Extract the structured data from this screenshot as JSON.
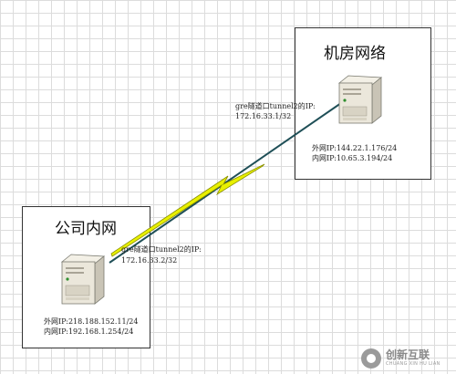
{
  "machine_room": {
    "title": "机房网络",
    "tunnel_label": "gre隧道口tunnel2的IP:",
    "tunnel_ip": "172.16.33.1/32",
    "external_ip": "外网IP:144.22.1.176/24",
    "internal_ip": "内网IP:10.65.3.194/24"
  },
  "office": {
    "title": "公司内网",
    "tunnel_label": "gre隧道口tunnel2的IP:",
    "tunnel_ip": "172.16.33.2/32",
    "external_ip": "外网IP:218.188.152.11/24",
    "internal_ip": "内网IP:192.168.1.254/24"
  },
  "watermark": {
    "brand": "创新互联",
    "tagline": "CHUANG XIN HU LIAN"
  },
  "colors": {
    "link_line": "#1f4f57",
    "tunnel_bolt": "#e8f000",
    "grid": "#dcdcdc"
  },
  "icons": {
    "server": "server-tower-icon",
    "link": "lightning-bolt-icon"
  }
}
